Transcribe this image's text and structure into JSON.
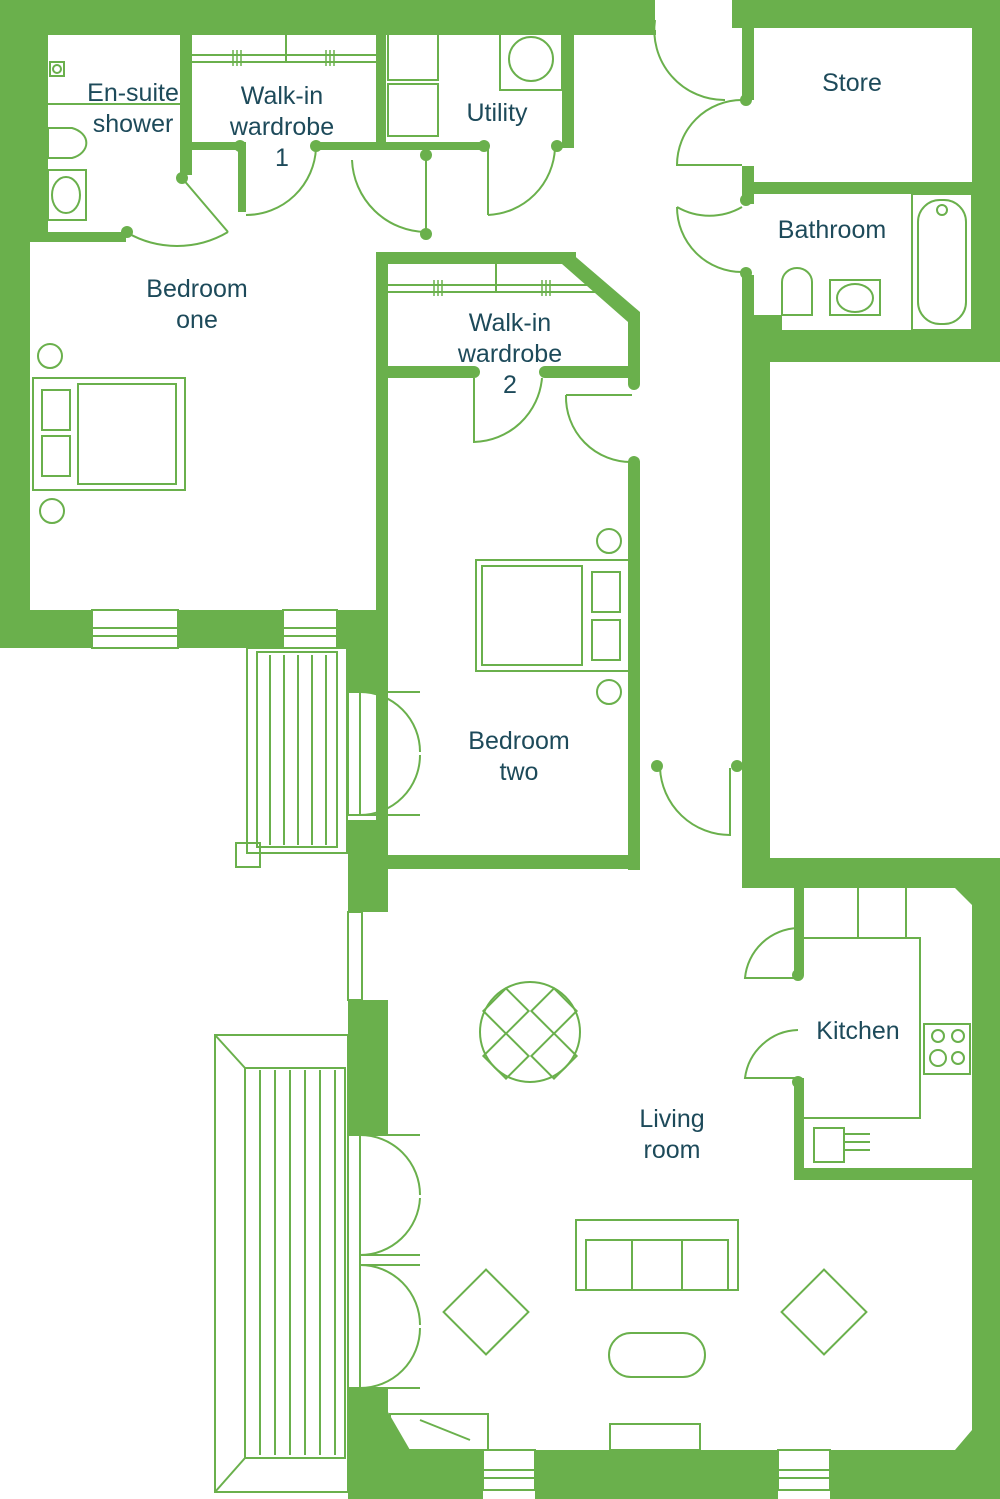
{
  "rooms": {
    "ensuite": [
      "En-suite",
      "shower"
    ],
    "wardrobe1": [
      "Walk-in",
      "wardrobe",
      "1"
    ],
    "utility": [
      "Utility"
    ],
    "store": [
      "Store"
    ],
    "bathroom": [
      "Bathroom"
    ],
    "bedroom_one": [
      "Bedroom",
      "one"
    ],
    "wardrobe2": [
      "Walk-in",
      "wardrobe",
      "2"
    ],
    "bedroom_two": [
      "Bedroom",
      "two"
    ],
    "kitchen": [
      "Kitchen"
    ],
    "living": [
      "Living",
      "room"
    ]
  },
  "colors": {
    "wall": "#6ab04c",
    "label": "#1d4a5a"
  }
}
